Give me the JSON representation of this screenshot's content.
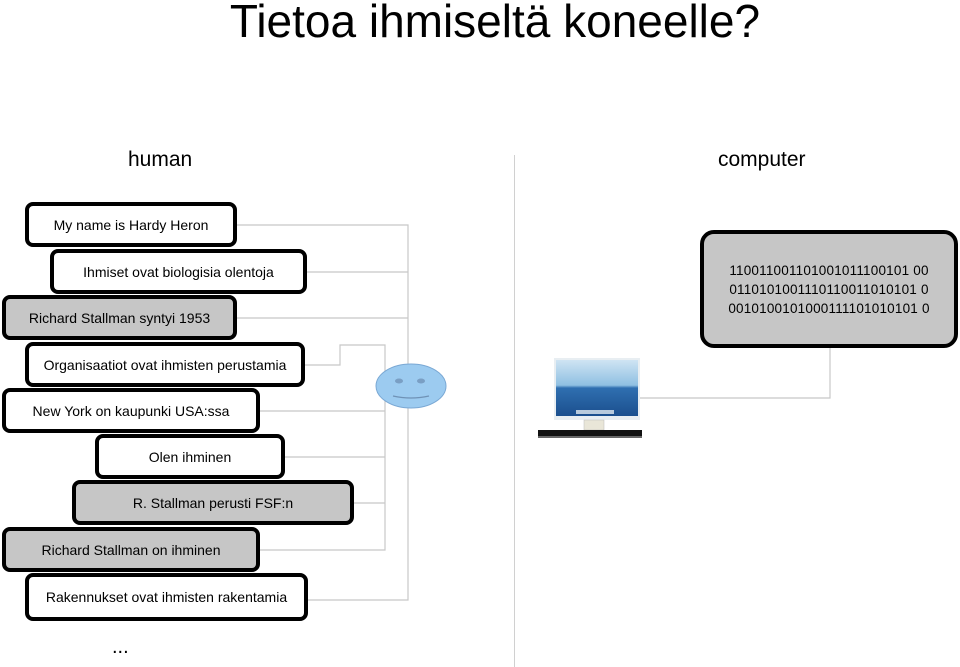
{
  "title": "Tietoa ihmiseltä koneelle?",
  "labels": {
    "human": "human",
    "computer": "computer"
  },
  "facts": [
    {
      "text": "My name is Hardy Heron",
      "style": "white"
    },
    {
      "text": "Ihmiset ovat biologisia olentoja",
      "style": "white"
    },
    {
      "text": "Richard Stallman syntyi 1953",
      "style": "gray"
    },
    {
      "text": "Organisaatiot ovat ihmisten perustamia",
      "style": "white"
    },
    {
      "text": "New York on kaupunki USA:ssa",
      "style": "white"
    },
    {
      "text": "Olen ihminen",
      "style": "white"
    },
    {
      "text": "R. Stallman perusti FSF:n",
      "style": "gray"
    },
    {
      "text": "Richard Stallman on ihminen",
      "style": "gray"
    },
    {
      "text": "Rakennukset ovat ihmisten rakentamia",
      "style": "white"
    }
  ],
  "ellipsis": "...",
  "binary": [
    "110011001101001011100101 00",
    "0110101001110110011010101 0",
    "0010100101000111101010101 0"
  ],
  "icons": {
    "face": "smiley-face-icon",
    "computer": "computer-monitor-icon"
  },
  "colors": {
    "box_gray": "#c6c6c6",
    "face": "#9ccbf0",
    "connector": "#c8c8c8"
  }
}
